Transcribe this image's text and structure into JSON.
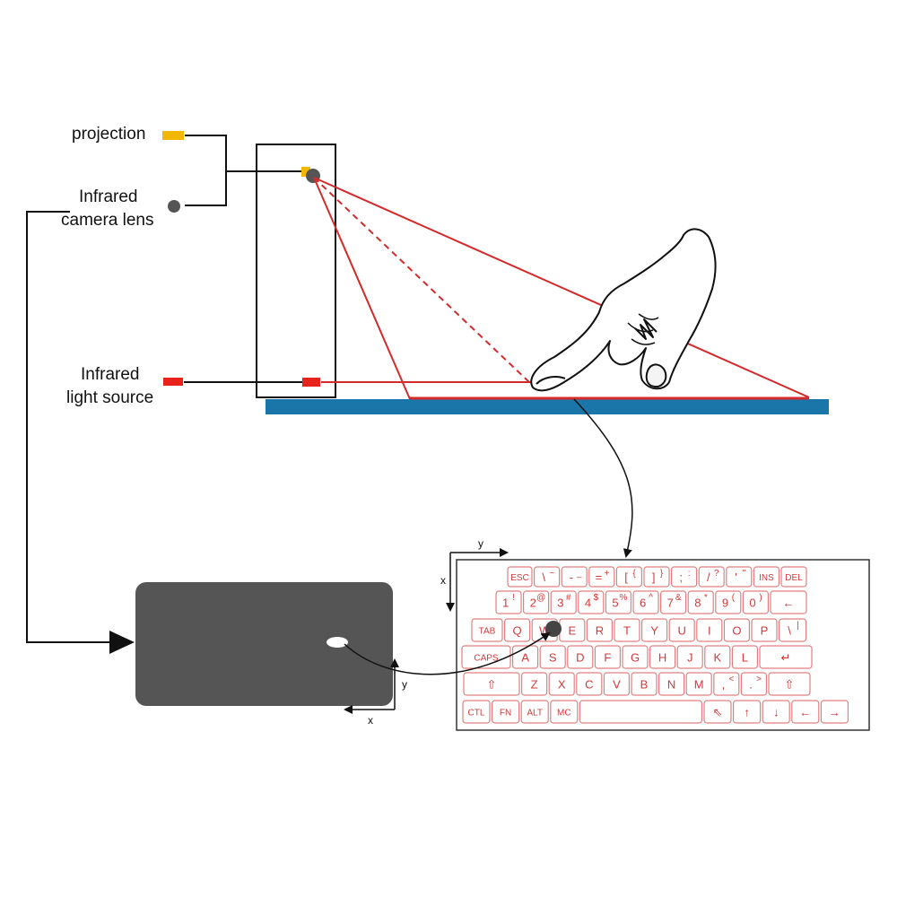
{
  "colors": {
    "projection": "#f2b705",
    "camera_lens": "#555555",
    "ir_source": "#e8231b",
    "beam": "#d42a2a",
    "surface": "#1a75a8",
    "processor": "#555555",
    "key_outline": "#e08080",
    "key_text": "#d23a3a"
  },
  "legend": {
    "projection": "projection",
    "camera_line1": "Infrared",
    "camera_line2": "camera lens",
    "light_line1": "Infrared",
    "light_line2": "light source"
  },
  "axes": {
    "keyboard_x": "x",
    "keyboard_y": "y",
    "processor_x": "x",
    "processor_y": "y"
  },
  "keyboard": {
    "rows": [
      [
        {
          "main": "ESC"
        },
        {
          "main": "\\",
          "sub": "~"
        },
        {
          "main": "-",
          "sub": "_"
        },
        {
          "main": "=",
          "sub": "+"
        },
        {
          "main": "[",
          "sub": "{"
        },
        {
          "main": "]",
          "sub": "}"
        },
        {
          "main": ";",
          "sub": ":"
        },
        {
          "main": "/",
          "sub": "?"
        },
        {
          "main": "'",
          "sub": "\""
        },
        {
          "main": "INS"
        },
        {
          "main": "DEL"
        }
      ],
      [
        {
          "main": "1",
          "sub": "!"
        },
        {
          "main": "2",
          "sub": "@"
        },
        {
          "main": "3",
          "sub": "#"
        },
        {
          "main": "4",
          "sub": "$"
        },
        {
          "main": "5",
          "sub": "%"
        },
        {
          "main": "6",
          "sub": "^"
        },
        {
          "main": "7",
          "sub": "&"
        },
        {
          "main": "8",
          "sub": "*"
        },
        {
          "main": "9",
          "sub": "("
        },
        {
          "main": "0",
          "sub": ")"
        },
        {
          "main": "←"
        }
      ],
      [
        {
          "main": "TAB"
        },
        {
          "main": "Q"
        },
        {
          "main": "W"
        },
        {
          "main": "E"
        },
        {
          "main": "R"
        },
        {
          "main": "T"
        },
        {
          "main": "Y"
        },
        {
          "main": "U"
        },
        {
          "main": "I"
        },
        {
          "main": "O"
        },
        {
          "main": "P"
        },
        {
          "main": "\\",
          "sub": "|"
        }
      ],
      [
        {
          "main": "CAPS"
        },
        {
          "main": "A"
        },
        {
          "main": "S"
        },
        {
          "main": "D"
        },
        {
          "main": "F"
        },
        {
          "main": "G"
        },
        {
          "main": "H"
        },
        {
          "main": "J"
        },
        {
          "main": "K"
        },
        {
          "main": "L"
        },
        {
          "main": "↵"
        }
      ],
      [
        {
          "main": "⇧"
        },
        {
          "main": "Z"
        },
        {
          "main": "X"
        },
        {
          "main": "C"
        },
        {
          "main": "V"
        },
        {
          "main": "B"
        },
        {
          "main": "N"
        },
        {
          "main": "M"
        },
        {
          "main": ",",
          "sub": "<"
        },
        {
          "main": ".",
          "sub": ">"
        },
        {
          "main": "⇧"
        }
      ],
      [
        {
          "main": "CTL"
        },
        {
          "main": "FN"
        },
        {
          "main": "ALT"
        },
        {
          "main": "MC"
        },
        {
          "main": ""
        },
        {
          "main": "⇖"
        },
        {
          "main": "↑"
        },
        {
          "main": "↓"
        },
        {
          "main": "←"
        },
        {
          "main": "→"
        }
      ]
    ]
  }
}
